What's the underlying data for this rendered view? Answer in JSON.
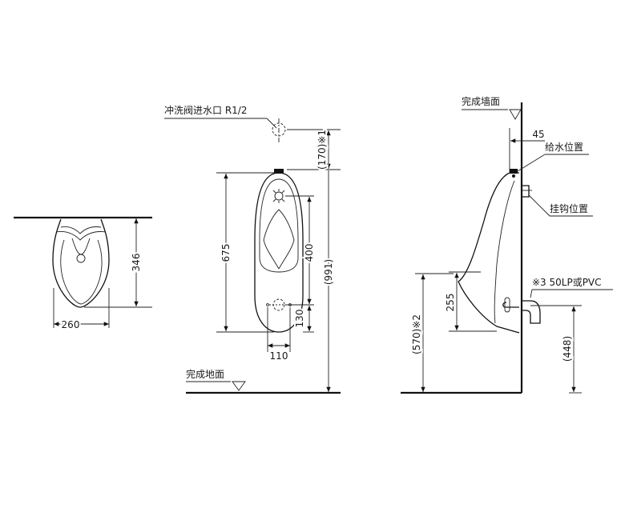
{
  "front_view": {
    "inlet_label": "冲洗阀进水口 R1/2",
    "floor_label": "完成地面",
    "dim_height": "675",
    "dim_inlet_height": "(170)※1",
    "dim_spud_to_outlet": "400",
    "dim_outlet_height": "130",
    "dim_total": "(991)",
    "dim_width": "110"
  },
  "top_view": {
    "dim_width": "260",
    "dim_depth": "346"
  },
  "side_view": {
    "wall_label": "完成墙面",
    "dim_wall_offset": "45",
    "water_supply_label": "给水位置",
    "hanger_label": "挂钩位置",
    "drain_label": "※3 50LP或PVC",
    "dim_lip_to_drain": "255",
    "dim_rim_height": "(570)※2",
    "dim_drain_height": "(448)"
  }
}
